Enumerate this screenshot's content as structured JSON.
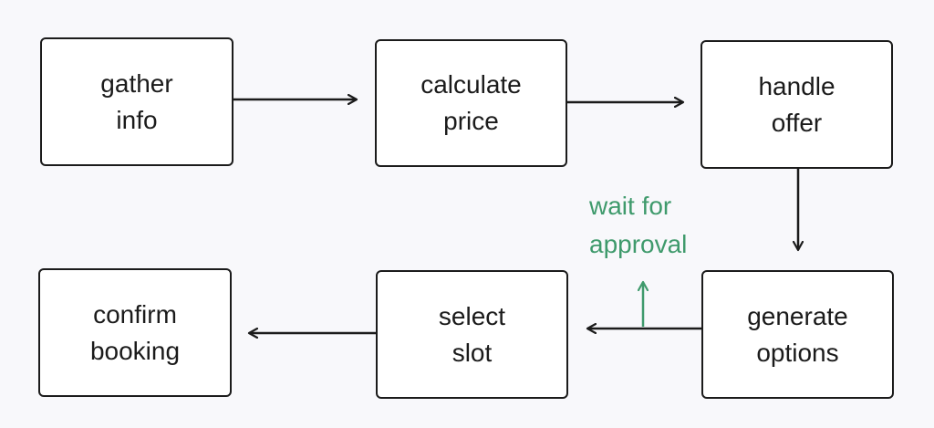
{
  "colors": {
    "background": "#f8f8fb",
    "node_border": "#1b1b1b",
    "arrow": "#1b1b1b",
    "note_accent": "#3f9a6c"
  },
  "nodes": [
    {
      "id": "gather-info",
      "lines": [
        "gather",
        "info"
      ]
    },
    {
      "id": "calculate-price",
      "lines": [
        "calculate",
        "price"
      ]
    },
    {
      "id": "handle-offer",
      "lines": [
        "handle",
        "offer"
      ]
    },
    {
      "id": "generate-options",
      "lines": [
        "generate",
        "options"
      ]
    },
    {
      "id": "select-slot",
      "lines": [
        "select",
        "slot"
      ]
    },
    {
      "id": "confirm-booking",
      "lines": [
        "confirm",
        "booking"
      ]
    }
  ],
  "edges": [
    {
      "from": "gather-info",
      "to": "calculate-price"
    },
    {
      "from": "calculate-price",
      "to": "handle-offer"
    },
    {
      "from": "handle-offer",
      "to": "generate-options"
    },
    {
      "from": "generate-options",
      "to": "select-slot"
    },
    {
      "from": "select-slot",
      "to": "confirm-booking"
    }
  ],
  "annotation": {
    "lines": [
      "wait for",
      "approval"
    ],
    "icon": "arrow-up-icon"
  }
}
